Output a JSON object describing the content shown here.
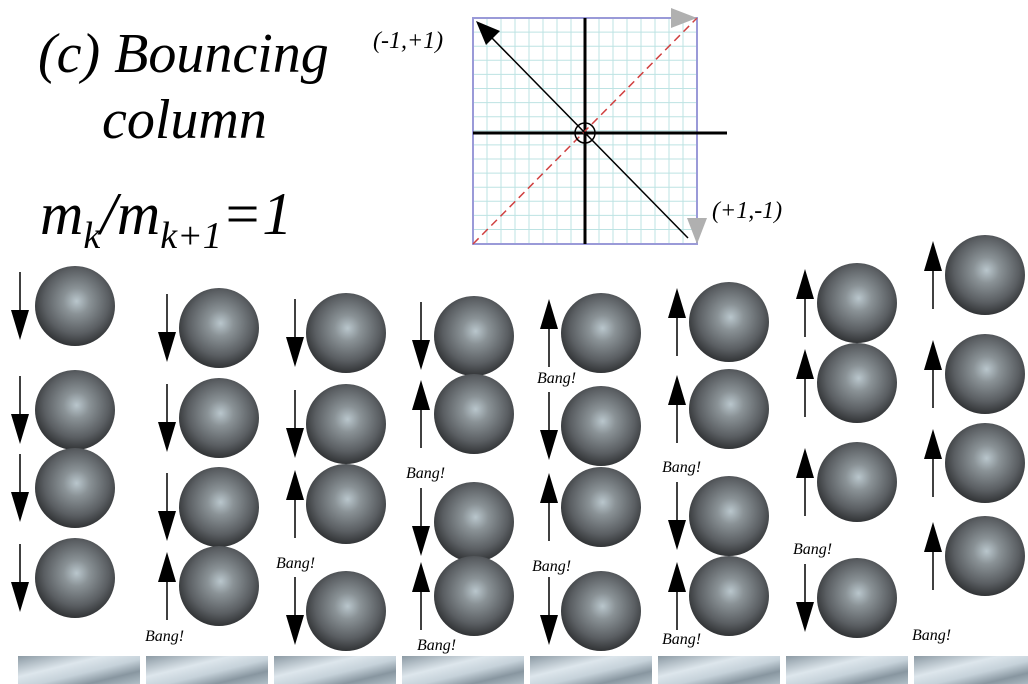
{
  "title": {
    "line1": "(c) Bouncing",
    "line2": "column",
    "ratio_m1": "m",
    "ratio_sub1": "k",
    "ratio_slash": "/",
    "ratio_m2": "m",
    "ratio_sub2": "k+1",
    "ratio_value": "=1"
  },
  "phase_plot": {
    "corner_label_top_left": "(-1,+1)",
    "corner_label_bottom_right": "(+1,-1)",
    "colors": {
      "grid": "#bde3e3",
      "frame": "#9a9ad8",
      "diagonal": "#d04040",
      "arrow_gray": "#b0b0b0"
    }
  },
  "impact_label": "Bang!",
  "frames": [
    {
      "velocities": [
        "down",
        "down",
        "down",
        "down"
      ],
      "bang": []
    },
    {
      "velocities": [
        "down",
        "down",
        "down",
        "up"
      ],
      "bang": [
        3
      ]
    },
    {
      "velocities": [
        "down",
        "down",
        "up",
        "down"
      ],
      "bang": [
        2
      ]
    },
    {
      "velocities": [
        "down",
        "up",
        "down",
        "up"
      ],
      "bang": [
        1,
        3
      ]
    },
    {
      "velocities": [
        "up",
        "down",
        "up",
        "down"
      ],
      "bang": [
        0,
        2
      ]
    },
    {
      "velocities": [
        "up",
        "up",
        "down",
        "up"
      ],
      "bang": [
        1,
        3
      ]
    },
    {
      "velocities": [
        "up",
        "up",
        "up",
        "down"
      ],
      "bang": [
        2
      ]
    },
    {
      "velocities": [
        "up",
        "up",
        "up",
        "up"
      ],
      "bang": [
        3
      ]
    }
  ]
}
